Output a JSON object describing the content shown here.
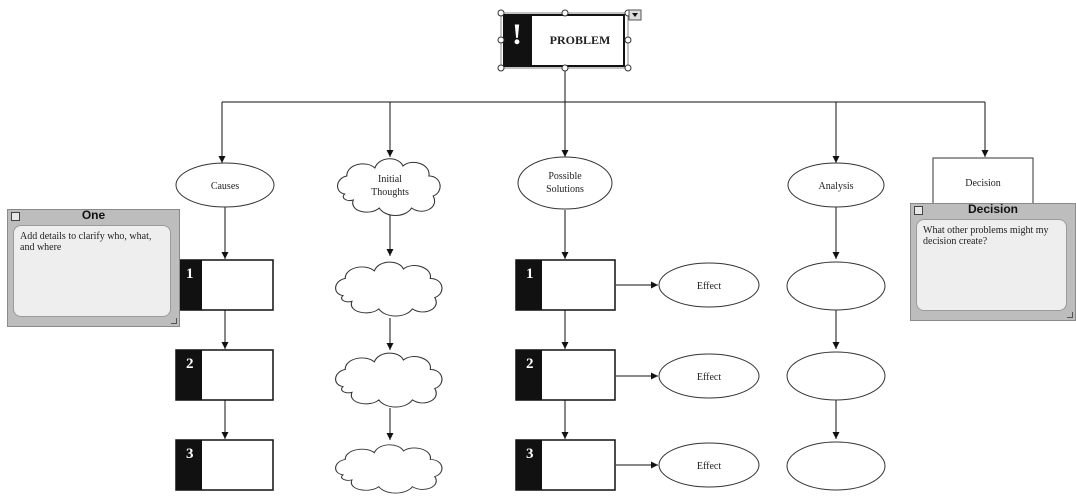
{
  "problem": {
    "label": "PROBLEM",
    "marker": "!"
  },
  "branches": [
    {
      "label_lines": [
        "Causes"
      ]
    },
    {
      "label_lines": [
        "Initial",
        "Thoughts"
      ]
    },
    {
      "label_lines": [
        "Possible",
        "Solutions"
      ]
    },
    {
      "label_lines": [
        "Analysis"
      ]
    },
    {
      "label_lines": [
        "Decision"
      ]
    }
  ],
  "numbered_boxes": [
    "1",
    "2",
    "3"
  ],
  "effects": [
    "Effect",
    "Effect",
    "Effect"
  ],
  "notes": [
    {
      "title": "One",
      "text": "Add details to clarify who, what, and where"
    },
    {
      "title": "Decision",
      "text": "What other problems might my decision create?"
    }
  ]
}
